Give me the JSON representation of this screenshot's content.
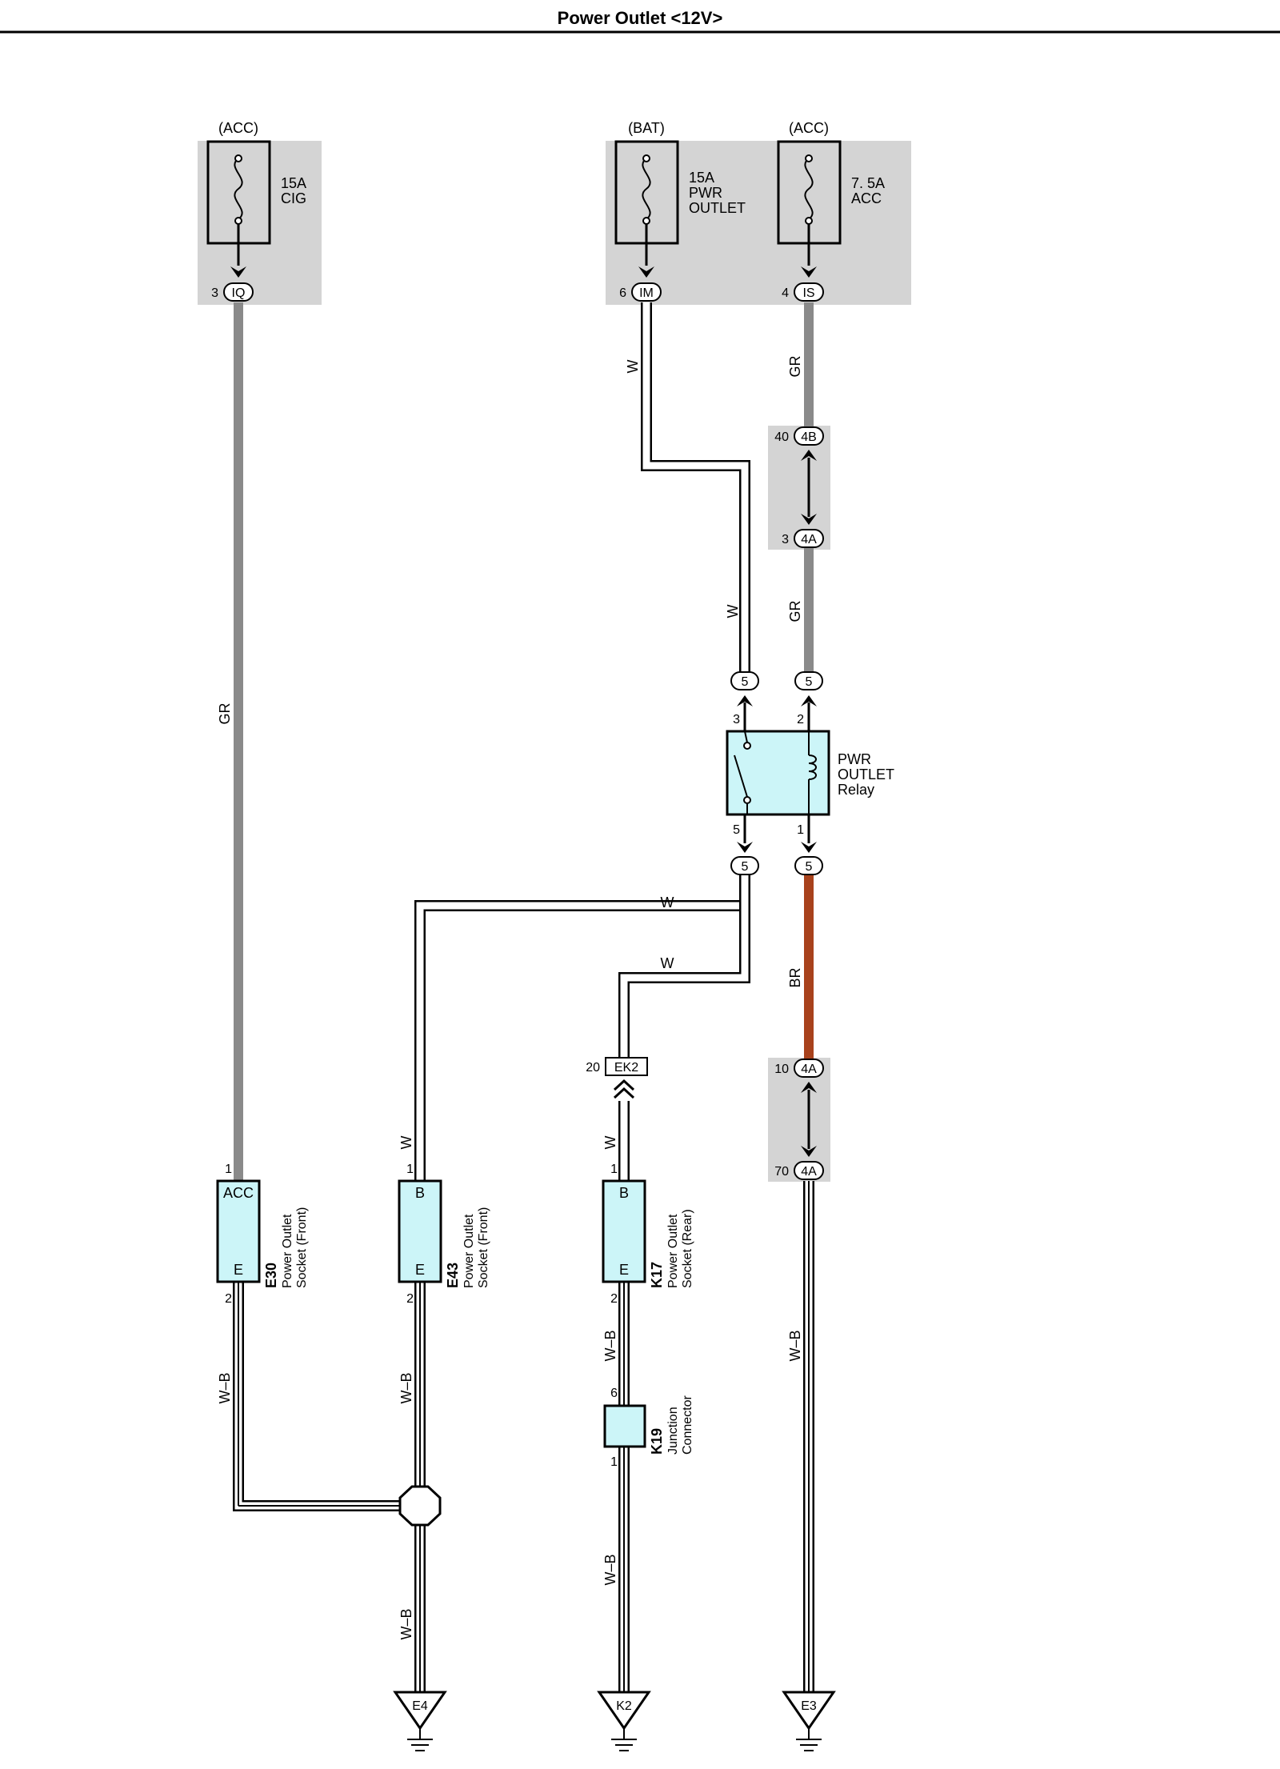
{
  "title": "Power Outlet <12V>",
  "colors": {
    "fuse_area": "#d4d4d4",
    "component_fill": "#ccf5f8",
    "wire_gr": "#8a8a8a",
    "wire_br": "#a8421c",
    "wire_w": "#ffffff",
    "line": "#000000"
  },
  "fuses": {
    "cig": {
      "source": "(ACC)",
      "rating": "15A",
      "name": "CIG",
      "pin": "3",
      "connector": "IQ"
    },
    "pwr": {
      "source": "(BAT)",
      "rating": "15A",
      "name1": "PWR",
      "name2": "OUTLET",
      "pin": "6",
      "connector": "IM"
    },
    "acc": {
      "source": "(ACC)",
      "rating": "7. 5A",
      "name": "ACC",
      "pin": "4",
      "connector": "IS"
    }
  },
  "wire_colors": {
    "gr": "GR",
    "w": "W",
    "br": "BR",
    "wb": "W–B"
  },
  "connectors": {
    "c4b_40": {
      "pin": "40",
      "label": "4B"
    },
    "c4a_3": {
      "pin": "3",
      "label": "4A"
    },
    "c4a_10": {
      "pin": "10",
      "label": "4A"
    },
    "c4a_70": {
      "pin": "70",
      "label": "4A"
    },
    "ek2": {
      "pin": "20",
      "label": "EK2"
    },
    "relay_in_a": "5",
    "relay_in_b": "5",
    "relay_out_a": "5",
    "relay_out_b": "5"
  },
  "relay": {
    "name1": "PWR",
    "name2": "OUTLET",
    "name3": "Relay",
    "pin_top_left": "3",
    "pin_top_right": "2",
    "pin_bot_left": "5",
    "pin_bot_right": "1"
  },
  "sockets": {
    "e30": {
      "code": "E30",
      "desc1": "Power Outlet",
      "desc2": "Socket (Front)",
      "top": "ACC",
      "bottom": "E",
      "pin_in": "1",
      "pin_out": "2"
    },
    "e43": {
      "code": "E43",
      "desc1": "Power Outlet",
      "desc2": "Socket (Front)",
      "top": "B",
      "bottom": "E",
      "pin_in": "1",
      "pin_out": "2"
    },
    "k17": {
      "code": "K17",
      "desc1": "Power Outlet",
      "desc2": "Socket (Rear)",
      "top": "B",
      "bottom": "E",
      "pin_in": "1",
      "pin_out": "2"
    }
  },
  "junction": {
    "code": "K19",
    "desc1": "Junction",
    "desc2": "Connector",
    "pin_in": "6",
    "pin_out": "1"
  },
  "grounds": {
    "e4": "E4",
    "k2": "K2",
    "e3": "E3"
  }
}
